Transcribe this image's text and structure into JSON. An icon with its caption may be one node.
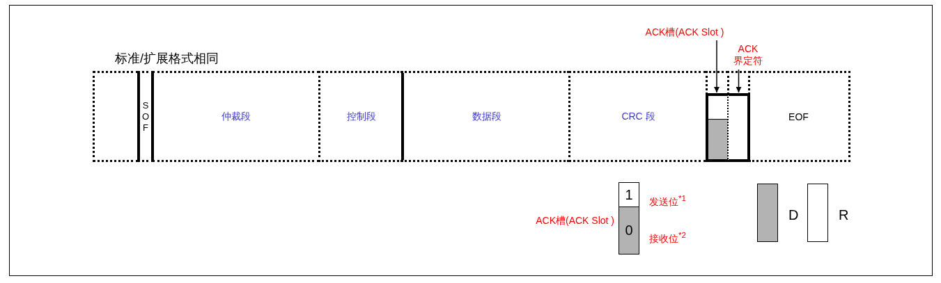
{
  "diagram": {
    "title": "标准/扩展格式相同",
    "nodes": [
      {
        "text": [],
        "shape": "box"
      },
      {
        "text": [
          "SOF"
        ]
      },
      {
        "text": [
          "仲裁段"
        ]
      },
      {
        "text": [
          "控制段"
        ]
      },
      {
        "text": [
          "数据段"
        ]
      },
      {
        "text": [
          "CRC 段"
        ]
      },
      {
        "text": [],
        "shape": "box"
      },
      {
        "text": [],
        "shape": "box"
      },
      {
        "text": [
          "EOF"
        ]
      },
      {
        "text": [
          "ACK槽(ACK Slot )"
        ]
      },
      {
        "text": [
          "ACK 界定符"
        ]
      },
      {
        "text": [
          "1"
        ],
        "beside": [
          "发送位$^{*1}$"
        ]
      },
      {
        "text": [
          "0"
        ],
        "beside": [
          "接收位$^{*2}$"
        ]
      }
    ],
    "edges": [
      {
        "from": 9,
        "to": 6,
        "arrow": "to"
      },
      {
        "from": 10,
        "to": 7,
        "arrow": "to"
      }
    ],
    "labels": [
      "ACK槽(ACK Slot )"
    ],
    "legend": [
      {
        "text": "D",
        "color": "#b3b3b3"
      },
      {
        "text": "R",
        "color": "#ffffff"
      }
    ]
  }
}
